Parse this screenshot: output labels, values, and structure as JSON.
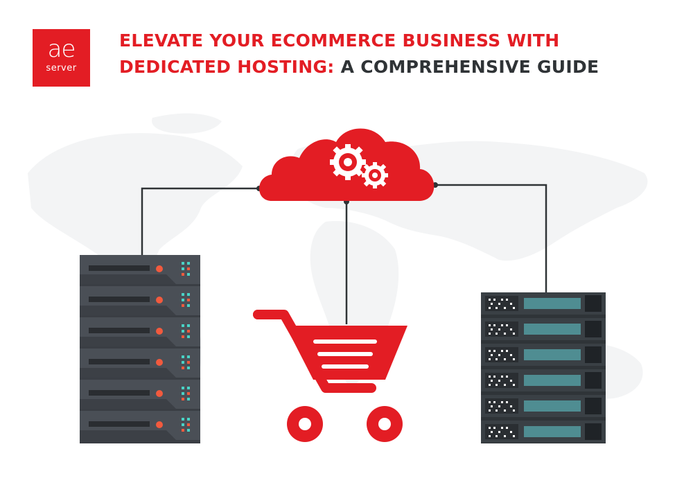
{
  "brand": {
    "mark": "ae",
    "sub": "server"
  },
  "headline": {
    "line1": "ELEVATE YOUR ECOMMERCE BUSINESS WITH",
    "line2_red": "DEDICATED HOSTING:",
    "line2_dark": "A COMPREHENSIVE GUIDE"
  },
  "colors": {
    "brand_red": "#e31d24",
    "dark_text": "#2f3336",
    "server_dark": "#3a3e44",
    "map_gray": "#f2f3f4"
  },
  "icons": [
    "gear-icon",
    "cloud-icon",
    "shopping-cart-icon",
    "server-rack-icon"
  ]
}
